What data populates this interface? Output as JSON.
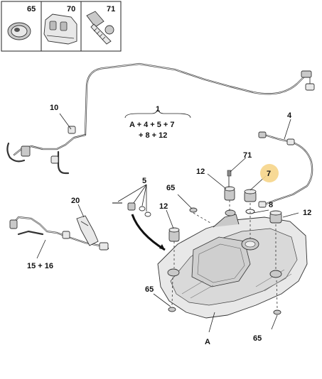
{
  "legend": {
    "boxes": [
      {
        "id": "box-65",
        "number": "65"
      },
      {
        "id": "box-70",
        "number": "70"
      },
      {
        "id": "box-71",
        "number": "71"
      }
    ]
  },
  "formula": {
    "label": "1",
    "line1": "A + 4 + 5 + 7",
    "line2": "+ 8 + 12"
  },
  "callouts": {
    "c10": "10",
    "c4": "4",
    "c71": "71",
    "c12a": "12",
    "c7": "7",
    "c5": "5",
    "c65a": "65",
    "c8": "8",
    "c20": "20",
    "c12b": "12",
    "c12c": "12",
    "c15_16": "15 + 16",
    "c65b": "65",
    "c65c": "65",
    "cA": "A"
  },
  "colors": {
    "highlight": "#f6d58a",
    "line": "#222222"
  }
}
